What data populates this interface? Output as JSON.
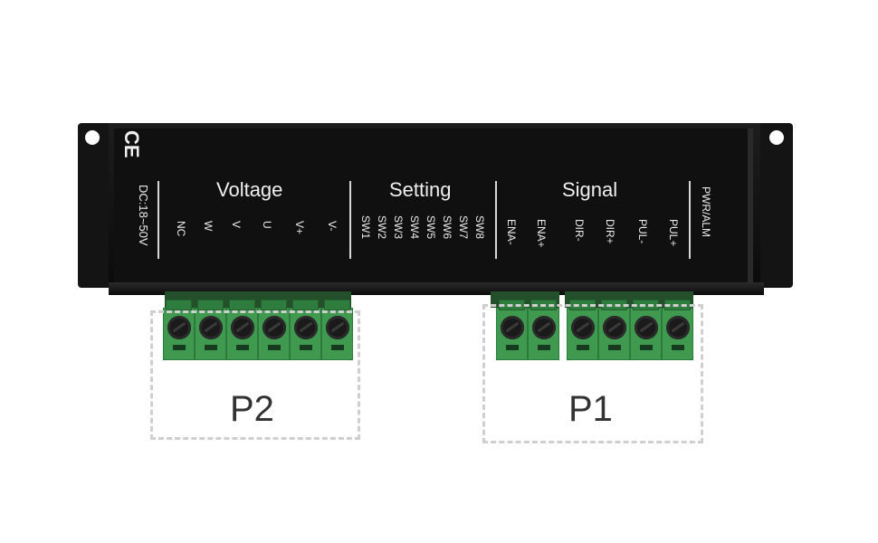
{
  "panel": {
    "ce_mark": "CE",
    "power_spec": "DC:18~50V",
    "pwr_alm": "PWR/ALM"
  },
  "groups": {
    "voltage": {
      "title": "Voltage",
      "pins": [
        "NC",
        "W",
        "V",
        "U",
        "V+",
        "V-"
      ]
    },
    "setting": {
      "title": "Setting",
      "pins": [
        "SW1",
        "SW2",
        "SW3",
        "SW4",
        "SW5",
        "SW6",
        "SW7",
        "SW8"
      ]
    },
    "signal": {
      "title": "Signal",
      "pins": [
        "ENA-",
        "ENA+",
        "DIR-",
        "DIR+",
        "PUL-",
        "PUL+"
      ]
    }
  },
  "ports": {
    "p2": "P2",
    "p1": "P1"
  },
  "colors": {
    "panel": "#101010",
    "terminal_green": "#3f9a50",
    "dashed_outline": "#cfcfcf",
    "label_text": "#333333"
  }
}
